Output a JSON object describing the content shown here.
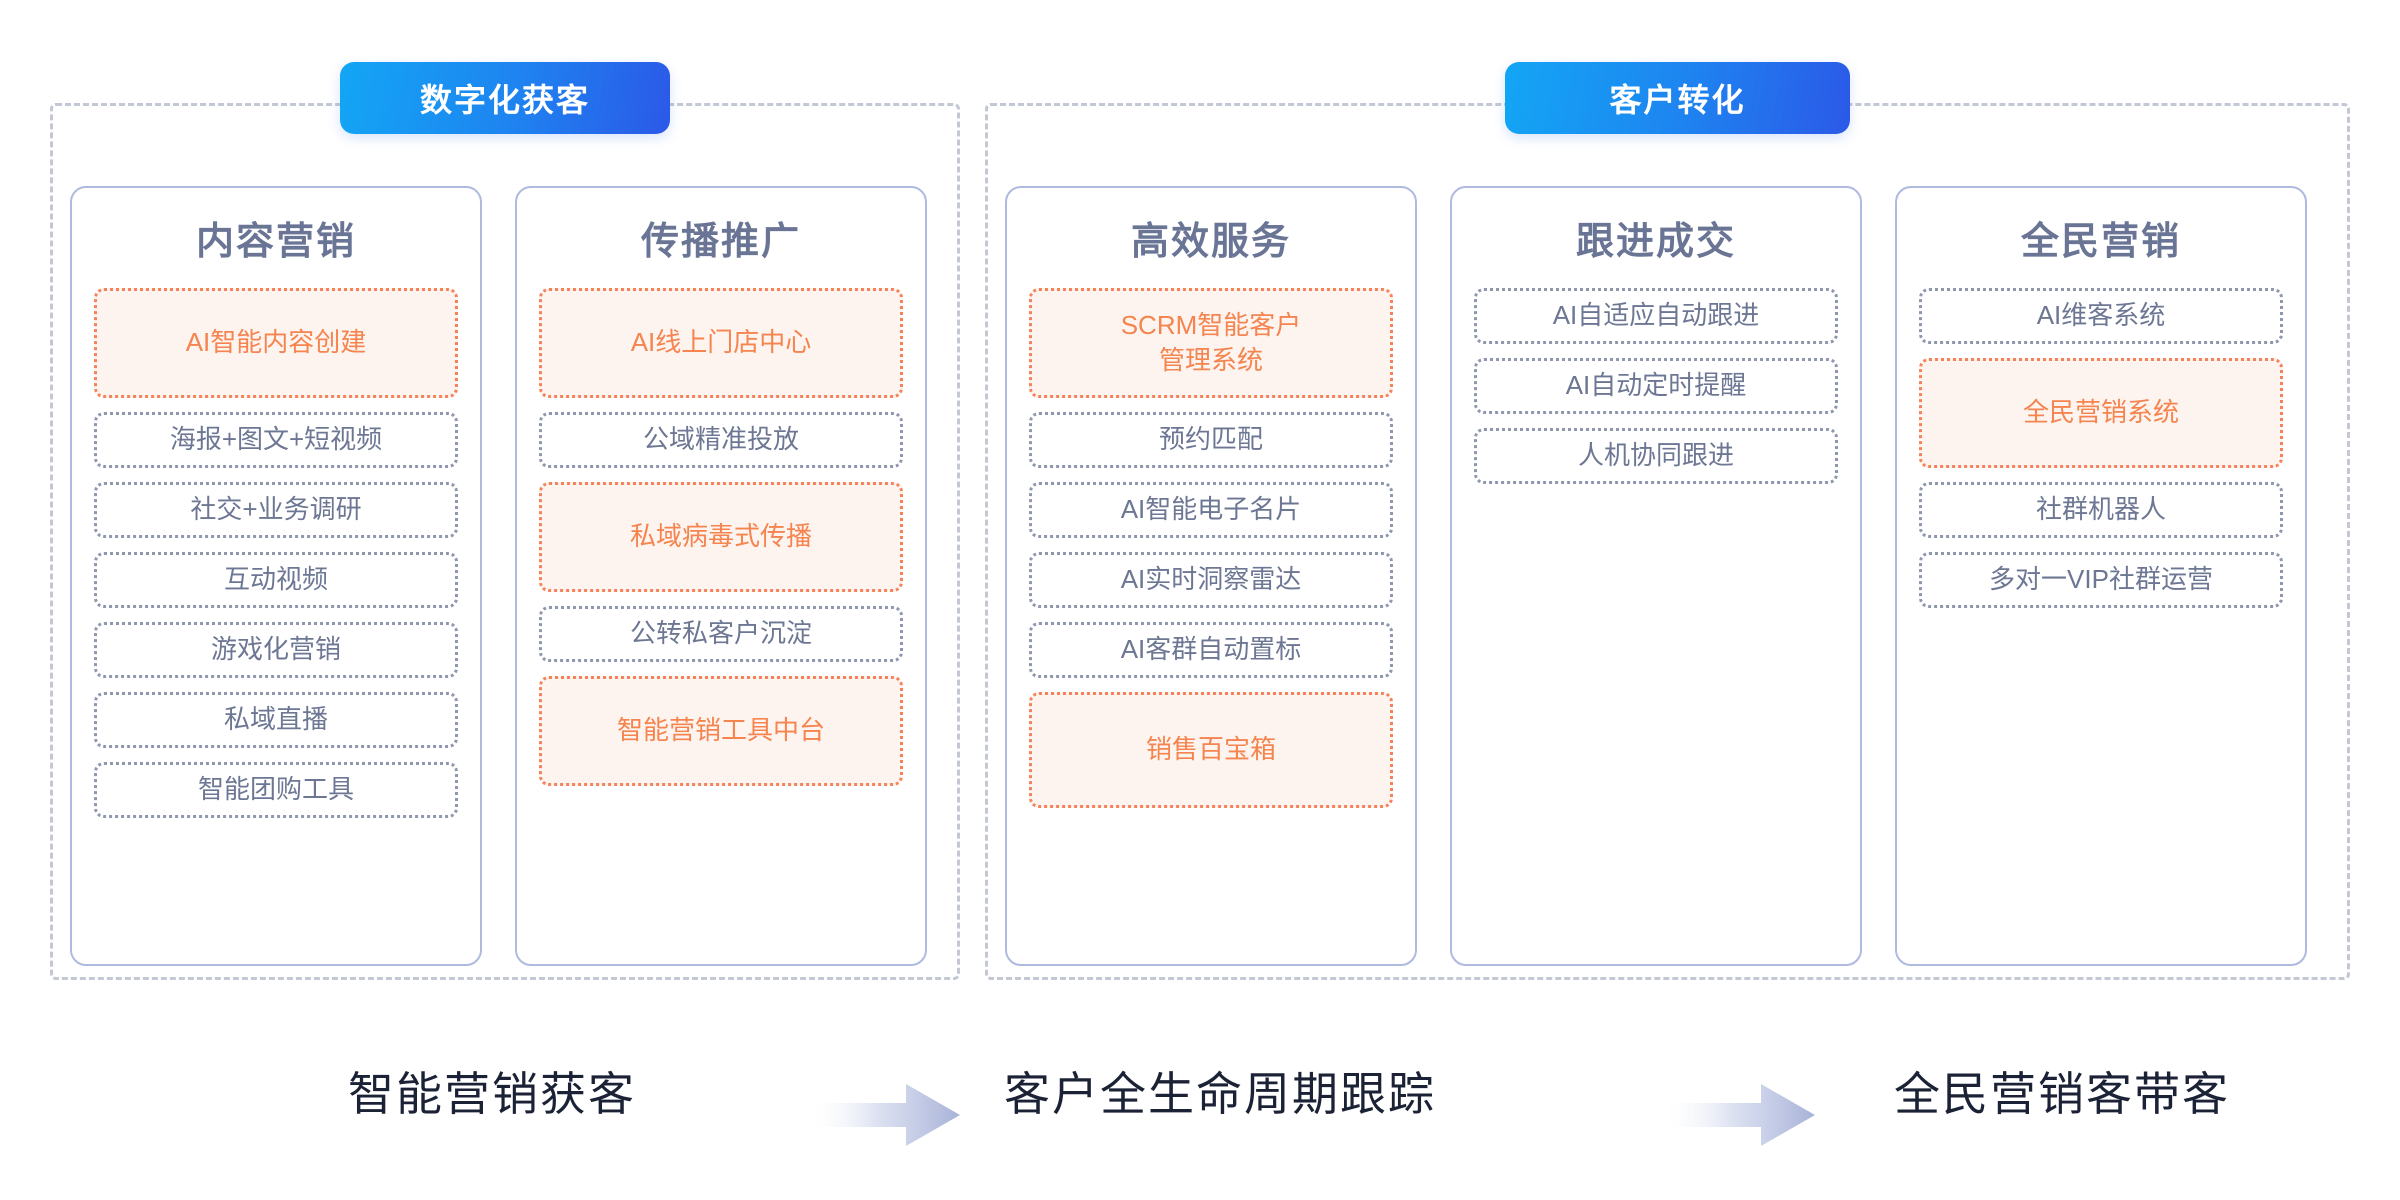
{
  "diagram": {
    "title_hidden": "",
    "stages": [
      {
        "badge": "数字化获客",
        "badge_color_from": "#13a6f5",
        "badge_color_to": "#2b59e8",
        "columns": [
          {
            "title": "内容营销",
            "items": [
              {
                "label": "AI智能内容创建",
                "style": "highlight",
                "size": "tall"
              },
              {
                "label": "海报+图文+短视频",
                "style": "normal",
                "size": "short"
              },
              {
                "label": "社交+业务调研",
                "style": "normal",
                "size": "short"
              },
              {
                "label": "互动视频",
                "style": "normal",
                "size": "short"
              },
              {
                "label": "游戏化营销",
                "style": "normal",
                "size": "short"
              },
              {
                "label": "私域直播",
                "style": "normal",
                "size": "short"
              },
              {
                "label": "智能团购工具",
                "style": "normal",
                "size": "short"
              }
            ]
          },
          {
            "title": "传播推广",
            "items": [
              {
                "label": "AI线上门店中心",
                "style": "highlight",
                "size": "tall"
              },
              {
                "label": "公域精准投放",
                "style": "normal",
                "size": "short"
              },
              {
                "label": "私域病毒式传播",
                "style": "highlight",
                "size": "tall"
              },
              {
                "label": "公转私客户沉淀",
                "style": "normal",
                "size": "short"
              },
              {
                "label": "智能营销工具中台",
                "style": "highlight",
                "size": "tall"
              }
            ]
          }
        ]
      },
      {
        "badge": "客户转化",
        "badge_color_from": "#13a6f5",
        "badge_color_to": "#2b59e8",
        "columns": [
          {
            "title": "高效服务",
            "items": [
              {
                "label": "SCRM智能客户\n管理系统",
                "style": "highlight",
                "size": "tall"
              },
              {
                "label": "预约匹配",
                "style": "normal",
                "size": "short"
              },
              {
                "label": "AI智能电子名片",
                "style": "normal",
                "size": "short"
              },
              {
                "label": "AI实时洞察雷达",
                "style": "normal",
                "size": "short"
              },
              {
                "label": "AI客群自动置标",
                "style": "normal",
                "size": "short"
              },
              {
                "label": "销售百宝箱",
                "style": "highlight",
                "size": "tall"
              }
            ]
          },
          {
            "title": "跟进成交",
            "items": [
              {
                "label": "AI自适应自动跟进",
                "style": "normal",
                "size": "short"
              },
              {
                "label": "AI自动定时提醒",
                "style": "normal",
                "size": "short"
              },
              {
                "label": "人机协同跟进",
                "style": "normal",
                "size": "short"
              }
            ]
          },
          {
            "title": "全民营销",
            "items": [
              {
                "label": "AI维客系统",
                "style": "normal",
                "size": "short"
              },
              {
                "label": "全民营销系统",
                "style": "highlight",
                "size": "tall"
              },
              {
                "label": "社群机器人",
                "style": "normal",
                "size": "short"
              },
              {
                "label": "多对一VIP社群运营",
                "style": "normal",
                "size": "short"
              }
            ]
          }
        ]
      }
    ],
    "captions": [
      {
        "label": "智能营销获客"
      },
      {
        "label": "客户全生命周期跟踪"
      },
      {
        "label": "全民营销客带客"
      }
    ],
    "arrows": [
      {
        "name": "flow-arrow-1"
      },
      {
        "name": "flow-arrow-2"
      }
    ],
    "colors": {
      "card_border": "#aebadf",
      "stage_dash": "#c3c8d4",
      "title_text": "#6a7595",
      "item_text": "#6d7794",
      "item_border": "#8e97ad",
      "highlight_text": "#f5844f",
      "highlight_border": "#f4835c",
      "highlight_fill": "#fdf4ef",
      "caption_text": "#1b2236",
      "arrow_tip": "#a8b2d8"
    }
  }
}
